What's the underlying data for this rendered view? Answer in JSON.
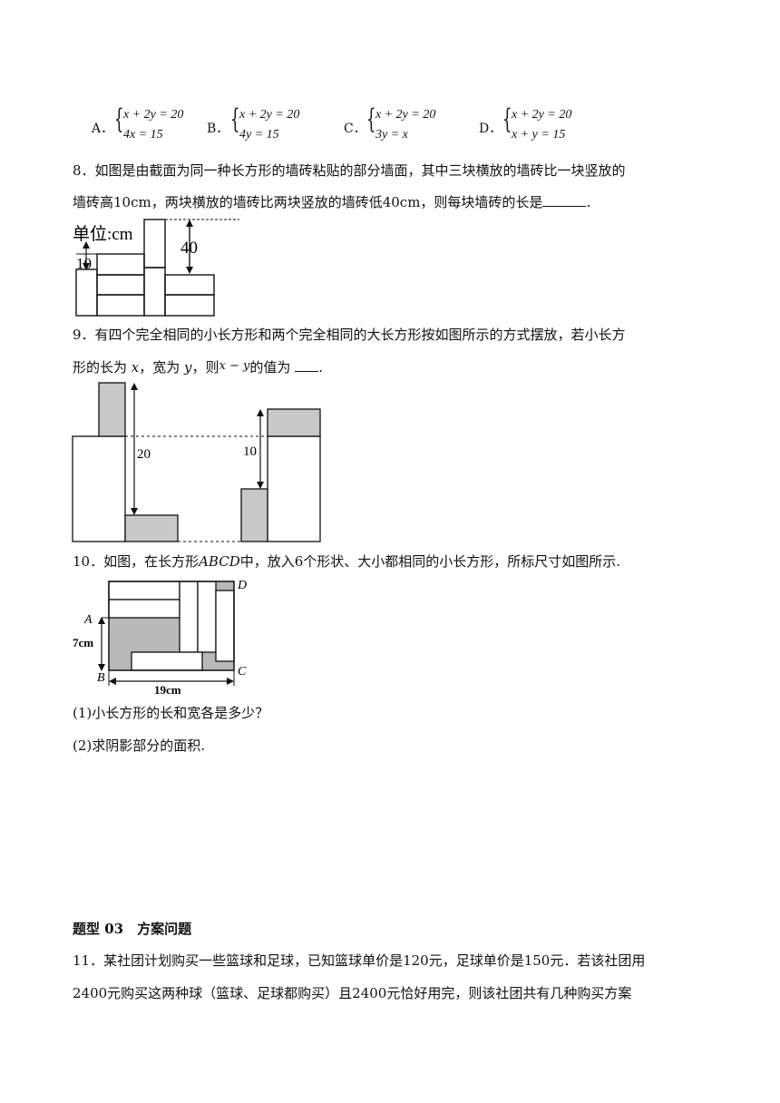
{
  "q7_options": [
    {
      "letter": "A．",
      "eq1": "x + 2y = 20",
      "eq2": "4x = 15"
    },
    {
      "letter": "B．",
      "eq1": "x + 2y = 20",
      "eq2": "4y = 15"
    },
    {
      "letter": "C．",
      "eq1": "x + 2y = 20",
      "eq2": "3y = x"
    },
    {
      "letter": "D．",
      "eq1": "x + 2y = 20",
      "eq2": "x + y = 15"
    }
  ],
  "q8": {
    "line1": "8．如图是由截面为同一种长方形的墙砖粘贴的部分墙面，其中三块横放的墙砖比一块竖放的",
    "line2": "墙砖高10cm，两块横放的墙砖比两块竖放的墙砖低40cm，则每块墙砖的长是",
    "line2_end": ".",
    "fig_unit": "单位:cm",
    "fig_10": "10",
    "fig_40": "40"
  },
  "q9": {
    "line1": "9．有四个完全相同的小长方形和两个完全相同的大长方形按如图所示的方式摆放，若小长方",
    "line2_a": "形的长为 ",
    "line2_x": "x",
    "line2_b": "，宽为 ",
    "line2_y": "y",
    "line2_c": "，则",
    "line2_expr": "x − y",
    "line2_d": "的值为 ",
    "line2_end": ".",
    "fig_20": "20",
    "fig_10": "10"
  },
  "q10": {
    "line1_a": "10．如图，在长方形",
    "line1_abcd": "ABCD",
    "line1_b": "中，放入6个形状、大小都相同的小长方形，所标尺寸如图所示.",
    "fig_A": "A",
    "fig_B": "B",
    "fig_C": "C",
    "fig_D": "D",
    "fig_7cm": "7cm",
    "fig_19cm": "19cm",
    "sub1": "(1)小长方形的长和宽各是多少？",
    "sub2": "(2)求阴影部分的面积."
  },
  "section": {
    "heading": "题型 03　方案问题"
  },
  "q11": {
    "line1": "11．某社团计划购买一些篮球和足球，已知篮球单价是120元，足球单价是150元．若该社团用",
    "line2": "2400元购买这两种球（篮球、足球都购买）且2400元恰好用完，则该社团共有几种购买方案"
  }
}
